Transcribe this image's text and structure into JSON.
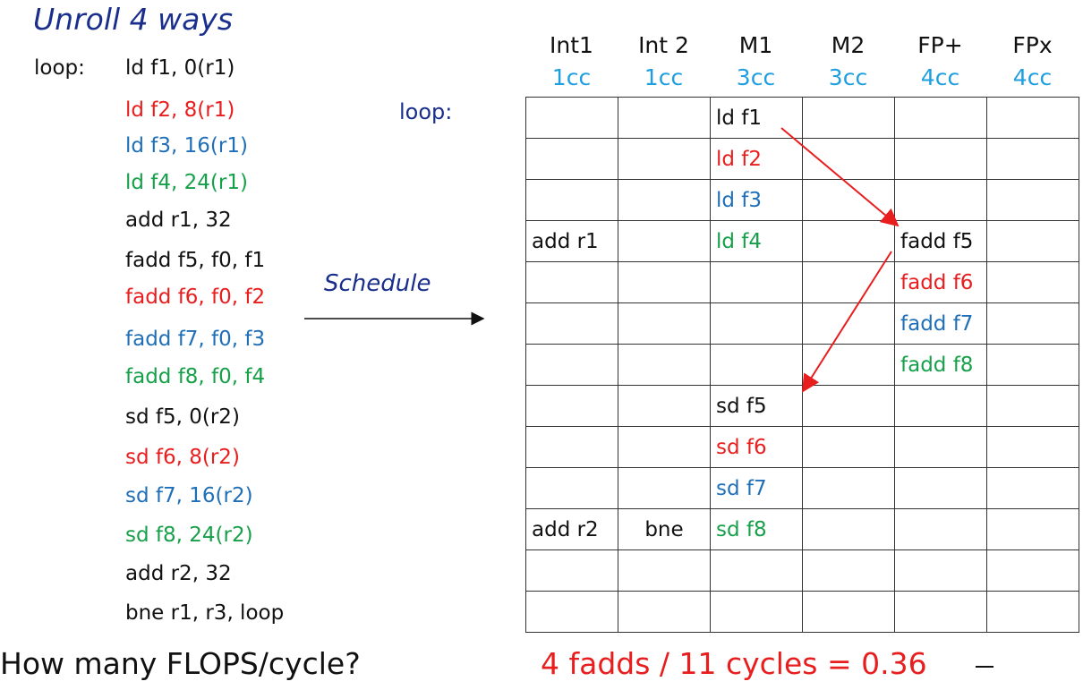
{
  "title": "Unroll 4 ways",
  "code": {
    "label": "loop:",
    "lines": [
      {
        "text": "ld f1, 0(r1)",
        "color": "#111111"
      },
      {
        "text": "ld f2, 8(r1)",
        "color": "#e81e1e"
      },
      {
        "text": "ld f3, 16(r1)",
        "color": "#1f6fb8"
      },
      {
        "text": "ld f4, 24(r1)",
        "color": "#17a04a"
      },
      {
        "text": "add r1, 32",
        "color": "#111111"
      },
      {
        "text": "fadd f5, f0, f1",
        "color": "#111111"
      },
      {
        "text": "fadd f6, f0, f2",
        "color": "#e81e1e"
      },
      {
        "text": "fadd f7, f0, f3",
        "color": "#1f6fb8"
      },
      {
        "text": "fadd f8, f0, f4",
        "color": "#17a04a"
      },
      {
        "text": "sd f5, 0(r2)",
        "color": "#111111"
      },
      {
        "text": "sd f6, 8(r2)",
        "color": "#e81e1e"
      },
      {
        "text": "sd f7, 16(r2)",
        "color": "#1f6fb8"
      },
      {
        "text": "sd f8, 24(r2)",
        "color": "#17a04a"
      },
      {
        "text": "add r2, 32",
        "color": "#111111"
      },
      {
        "text": "bne r1, r3, loop",
        "color": "#111111"
      }
    ]
  },
  "schedule_label": "Schedule",
  "table": {
    "loop_label": "loop:",
    "columns": [
      {
        "name": "Int1",
        "latency": "1cc"
      },
      {
        "name": "Int 2",
        "latency": "1cc"
      },
      {
        "name": "M1",
        "latency": "3cc"
      },
      {
        "name": "M2",
        "latency": "3cc"
      },
      {
        "name": "FP+",
        "latency": "4cc"
      },
      {
        "name": "FPx",
        "latency": "4cc"
      }
    ],
    "rows": [
      [
        "",
        "",
        "ld f1",
        "",
        "",
        ""
      ],
      [
        "",
        "",
        "ld f2",
        "",
        "",
        ""
      ],
      [
        "",
        "",
        "ld f3",
        "",
        "",
        ""
      ],
      [
        "add r1",
        "",
        "ld f4",
        "",
        "fadd f5",
        ""
      ],
      [
        "",
        "",
        "",
        "",
        "fadd f6",
        ""
      ],
      [
        "",
        "",
        "",
        "",
        "fadd f7",
        ""
      ],
      [
        "",
        "",
        "",
        "",
        "fadd f8",
        ""
      ],
      [
        "",
        "",
        "sd f5",
        "",
        "",
        ""
      ],
      [
        "",
        "",
        "sd f6",
        "",
        "",
        ""
      ],
      [
        "",
        "",
        "sd f7",
        "",
        "",
        ""
      ],
      [
        "add r2",
        "bne",
        "sd f8",
        "",
        "",
        ""
      ],
      [
        "",
        "",
        "",
        "",
        "",
        ""
      ],
      [
        "",
        "",
        "",
        "",
        "",
        ""
      ]
    ],
    "cell_colors": {
      "ld f1": "#111111",
      "ld f2": "#e81e1e",
      "ld f3": "#1f6fb8",
      "ld f4": "#17a04a",
      "fadd f5": "#111111",
      "fadd f6": "#e81e1e",
      "fadd f7": "#1f6fb8",
      "fadd f8": "#17a04a",
      "sd f5": "#111111",
      "sd f6": "#e81e1e",
      "sd f7": "#1f6fb8",
      "sd f8": "#17a04a",
      "add r1": "#111111",
      "add r2": "#111111",
      "bne": "#111111"
    },
    "arrow_color": "#e81e1e"
  },
  "question": "How many FLOPS/cycle?",
  "answer": "4 fadds / 11 cycles = 0.36"
}
